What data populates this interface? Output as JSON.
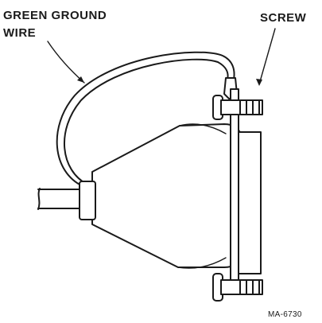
{
  "labels": {
    "wire_line1": "GREEN GROUND",
    "wire_line2": "WIRE",
    "screw": "SCREW",
    "figure_id": "MA-6730"
  },
  "colors": {
    "ink": "#1a1a1a",
    "background": "#ffffff"
  }
}
